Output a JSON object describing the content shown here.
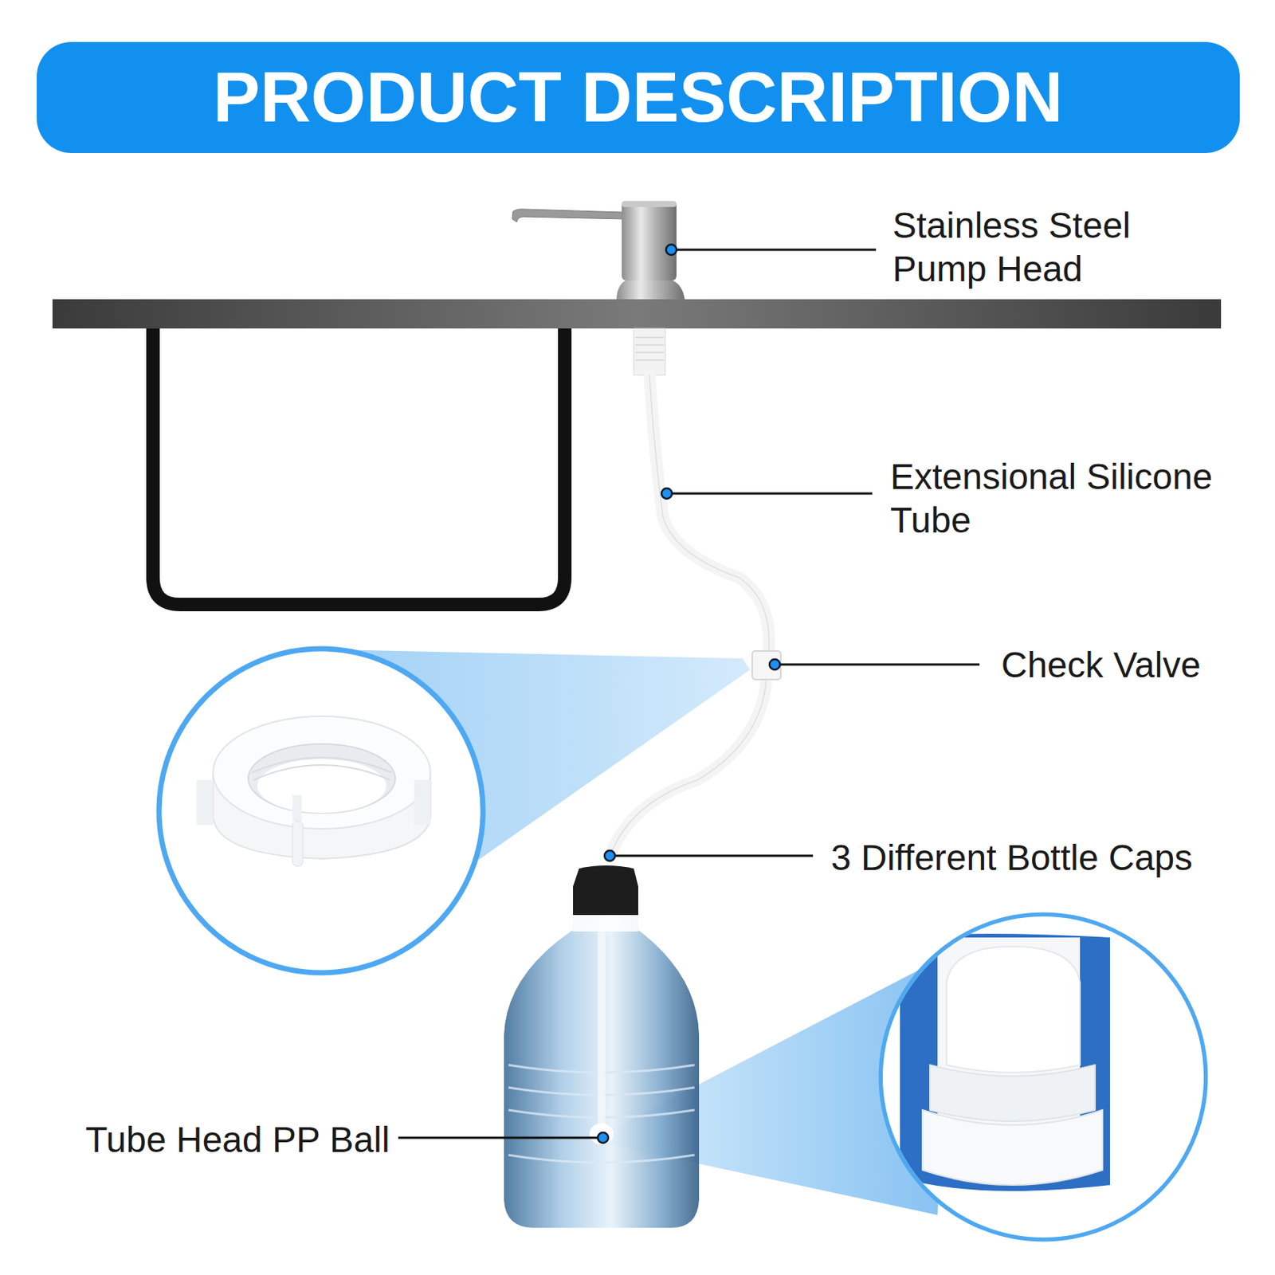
{
  "diagram": {
    "title": "PRODUCT DESCRIPTION",
    "labels": [
      "Stainless Steel Pump Head",
      "Extensional Silicone Tube",
      "Check Valve",
      "3 Different Bottle Caps",
      "Tube Head PP Ball"
    ]
  }
}
